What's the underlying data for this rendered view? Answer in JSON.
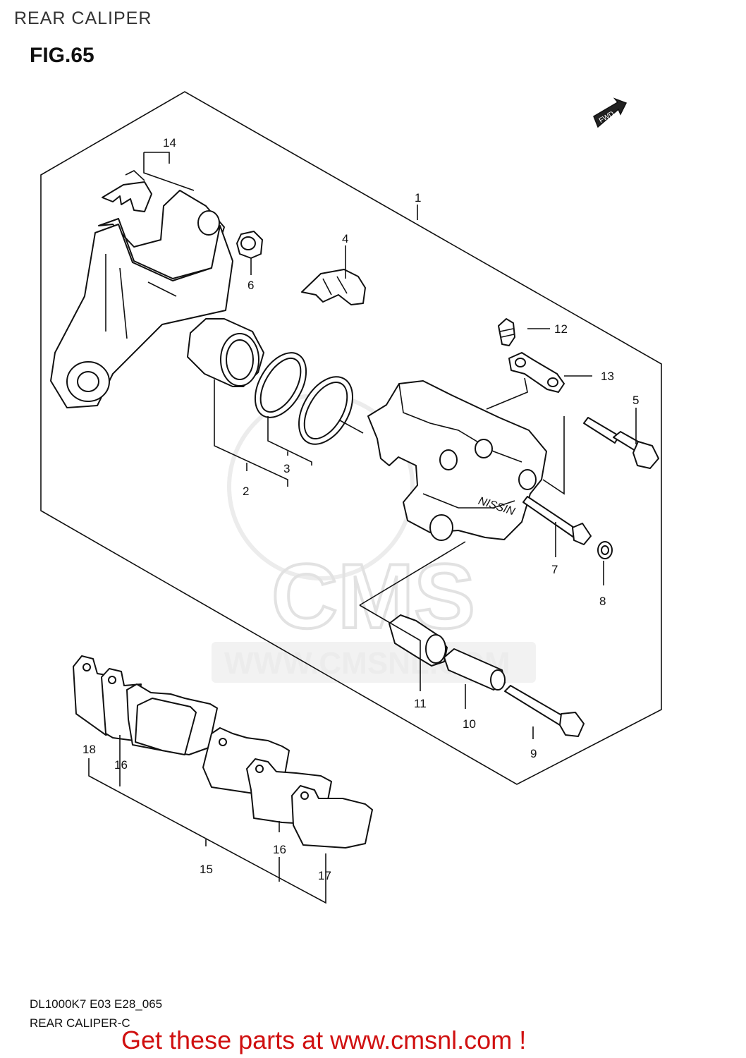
{
  "header": {
    "section_title": "REAR CALIPER",
    "figure_number": "FIG.65"
  },
  "direction_indicator": "FWD",
  "part_labels": {
    "p1": "1",
    "p2": "2",
    "p3": "3",
    "p4": "4",
    "p5": "5",
    "p6": "6",
    "p7": "7",
    "p8": "8",
    "p9": "9",
    "p10": "10",
    "p11": "11",
    "p12": "12",
    "p13": "13",
    "p14": "14",
    "p15": "15",
    "p16a": "16",
    "p16b": "16",
    "p17": "17",
    "p18": "18"
  },
  "watermark": {
    "brand": "CMS",
    "url": "WWW.CMSNL.COM"
  },
  "footer": {
    "diagram_code": "DL1000K7 E03 E28_065",
    "diagram_name": "REAR CALIPER-C",
    "call_to_action": "Get these parts at www.cmsnl.com !"
  }
}
